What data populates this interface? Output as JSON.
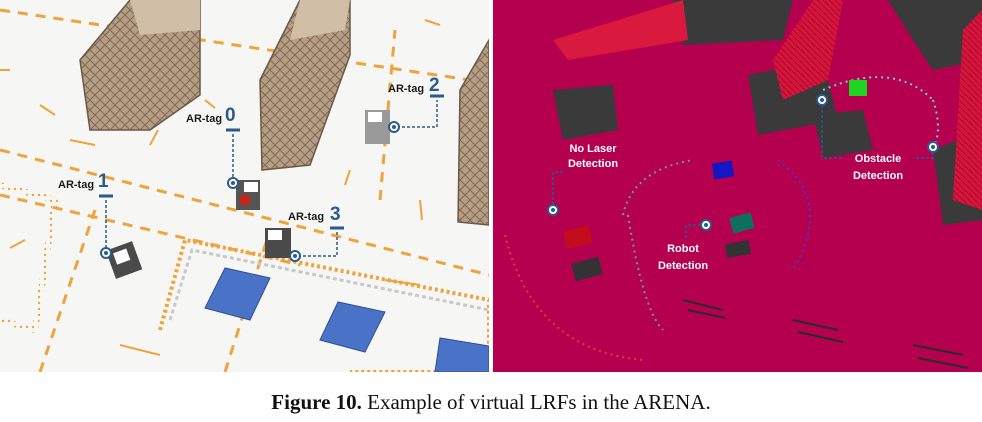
{
  "left_panel": {
    "tag_prefix": "AR-tag",
    "tags": [
      {
        "label": "AR-tag",
        "number": "0"
      },
      {
        "label": "AR-tag",
        "number": "1"
      },
      {
        "label": "AR-tag",
        "number": "2"
      },
      {
        "label": "AR-tag",
        "number": "3"
      }
    ]
  },
  "right_panel": {
    "no_laser": {
      "line1": "No Laser",
      "line2": "Detection"
    },
    "robot": {
      "line1": "Robot",
      "line2": "Detection"
    },
    "obstacle": {
      "line1": "Obstacle",
      "line2": "Detection"
    }
  },
  "caption": {
    "label": "Figure 10.",
    "text": " Example of virtual LRFs in the ARENA."
  },
  "colors": {
    "floor_left": "#f6f6f4",
    "floor_right": "#b5004f",
    "arrow_orange": "#f0a23c",
    "tag_blue": "#2a5b8a",
    "pallet_blue": "#4a73c7"
  }
}
